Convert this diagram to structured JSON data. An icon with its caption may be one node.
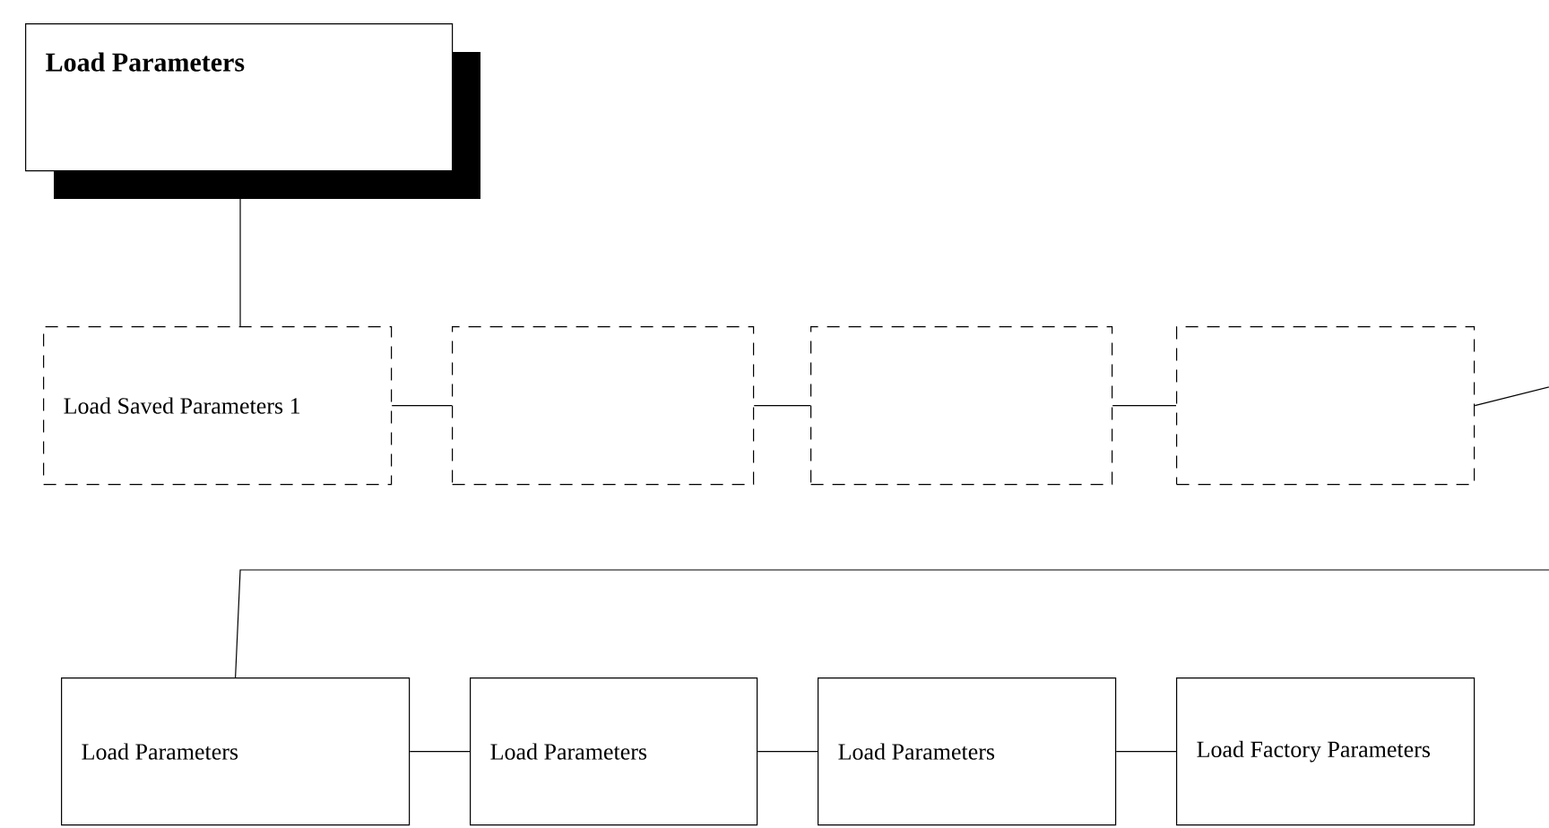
{
  "diagram": {
    "nodes": [
      {
        "text": [
          "Load Parameters"
        ]
      },
      {
        "text": [
          "Load Saved Parameters 1"
        ]
      },
      {
        "text": [],
        "shape": "box"
      },
      {
        "text": [],
        "shape": "box"
      },
      {
        "text": [],
        "shape": "box"
      },
      {
        "text": [
          "Load Parameters"
        ]
      },
      {
        "text": [
          "Load Parameters"
        ]
      },
      {
        "text": [
          "Load Parameters"
        ]
      },
      {
        "text": [
          "Load Factory Parameters"
        ]
      }
    ],
    "edges": [
      {
        "from": 0,
        "to": 1,
        "arrow": "none"
      },
      {
        "from": 1,
        "to": 2,
        "arrow": "none"
      },
      {
        "from": 2,
        "to": 3,
        "arrow": "none"
      },
      {
        "from": 3,
        "to": 4,
        "arrow": "none"
      },
      {
        "from": 4,
        "to": 5,
        "arrow": "none"
      },
      {
        "from": 5,
        "to": 6,
        "arrow": "none"
      },
      {
        "from": 6,
        "to": 7,
        "arrow": "none"
      },
      {
        "from": 7,
        "to": 8,
        "arrow": "none"
      }
    ]
  }
}
